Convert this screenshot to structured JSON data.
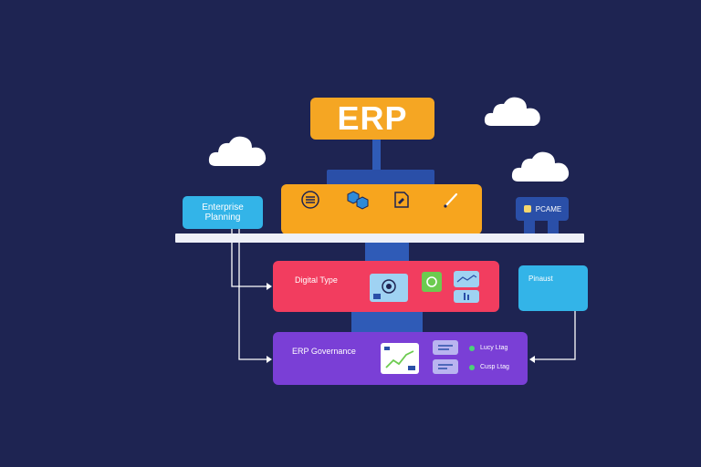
{
  "header": {
    "title": "ERP"
  },
  "enterprise": {
    "line1": "Enterprise",
    "line2": "Planning"
  },
  "right_top": {
    "label": "PCAME"
  },
  "orange_panel": {
    "items": [
      {
        "icon": "list-icon",
        "text": ""
      },
      {
        "icon": "hexagon-network-icon",
        "text": ""
      },
      {
        "icon": "document-edit-icon",
        "text": ""
      },
      {
        "icon": "pen-icon",
        "text": ""
      }
    ]
  },
  "red_panel": {
    "title": "Digital Type",
    "subtitle": ""
  },
  "right_panel": {
    "title": "Pinaust",
    "subtitle": ""
  },
  "purple_panel": {
    "title": "ERP Governance",
    "subtitle": "",
    "legend": [
      {
        "label": "Lucy Ltag"
      },
      {
        "label": "Cusp Ltag"
      }
    ]
  },
  "colors": {
    "background": "#1e2452",
    "erp_sign": "#f5a623",
    "orange_panel": "#f7a51e",
    "red_panel": "#f23d5f",
    "purple_panel": "#7a3fd6",
    "light_blue": "#33b4e8",
    "dark_blue": "#2a4fa8"
  }
}
